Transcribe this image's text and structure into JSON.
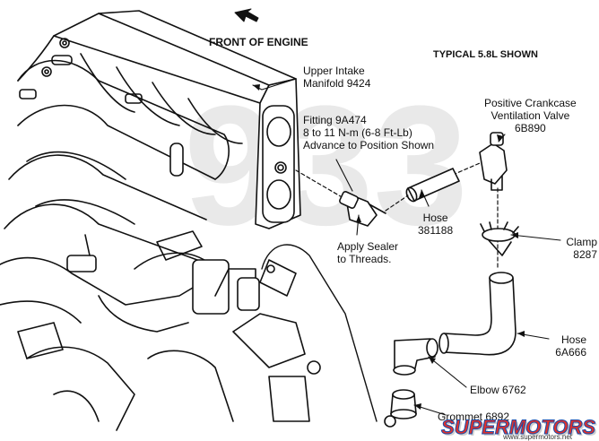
{
  "header": {
    "front_of_engine": "FRONT OF ENGINE",
    "typical": "TYPICAL 5.8L SHOWN"
  },
  "callouts": {
    "upper_intake": {
      "line1": "Upper Intake",
      "line2": "Manifold 9424"
    },
    "fitting": {
      "line1": "Fitting 9A474",
      "line2": "8 to 11 N-m (6-8 Ft-Lb)",
      "line3": "Advance to Position Shown"
    },
    "pcv_valve": {
      "line1": "Positive Crankcase",
      "line2": "Ventilation Valve",
      "line3": "6B890"
    },
    "hose_381188": {
      "line1": "Hose",
      "line2": "381188"
    },
    "apply_sealer": {
      "line1": "Apply Sealer",
      "line2": "to Threads."
    },
    "clamp": {
      "line1": "Clamp",
      "line2": "8287"
    },
    "hose_6a666": {
      "line1": "Hose",
      "line2": "6A666"
    },
    "elbow": {
      "line1": "Elbow 6762"
    },
    "grommet": {
      "line1": "Grommet 6892"
    }
  },
  "watermark": {
    "brand": "SUPERMOTORS",
    "url": "www.supermotors.net"
  },
  "colors": {
    "line": "#111111",
    "wm_red": "#e0312b",
    "wm_blue": "#1b4aa8",
    "wm_shadow": "#cfcfcf"
  }
}
